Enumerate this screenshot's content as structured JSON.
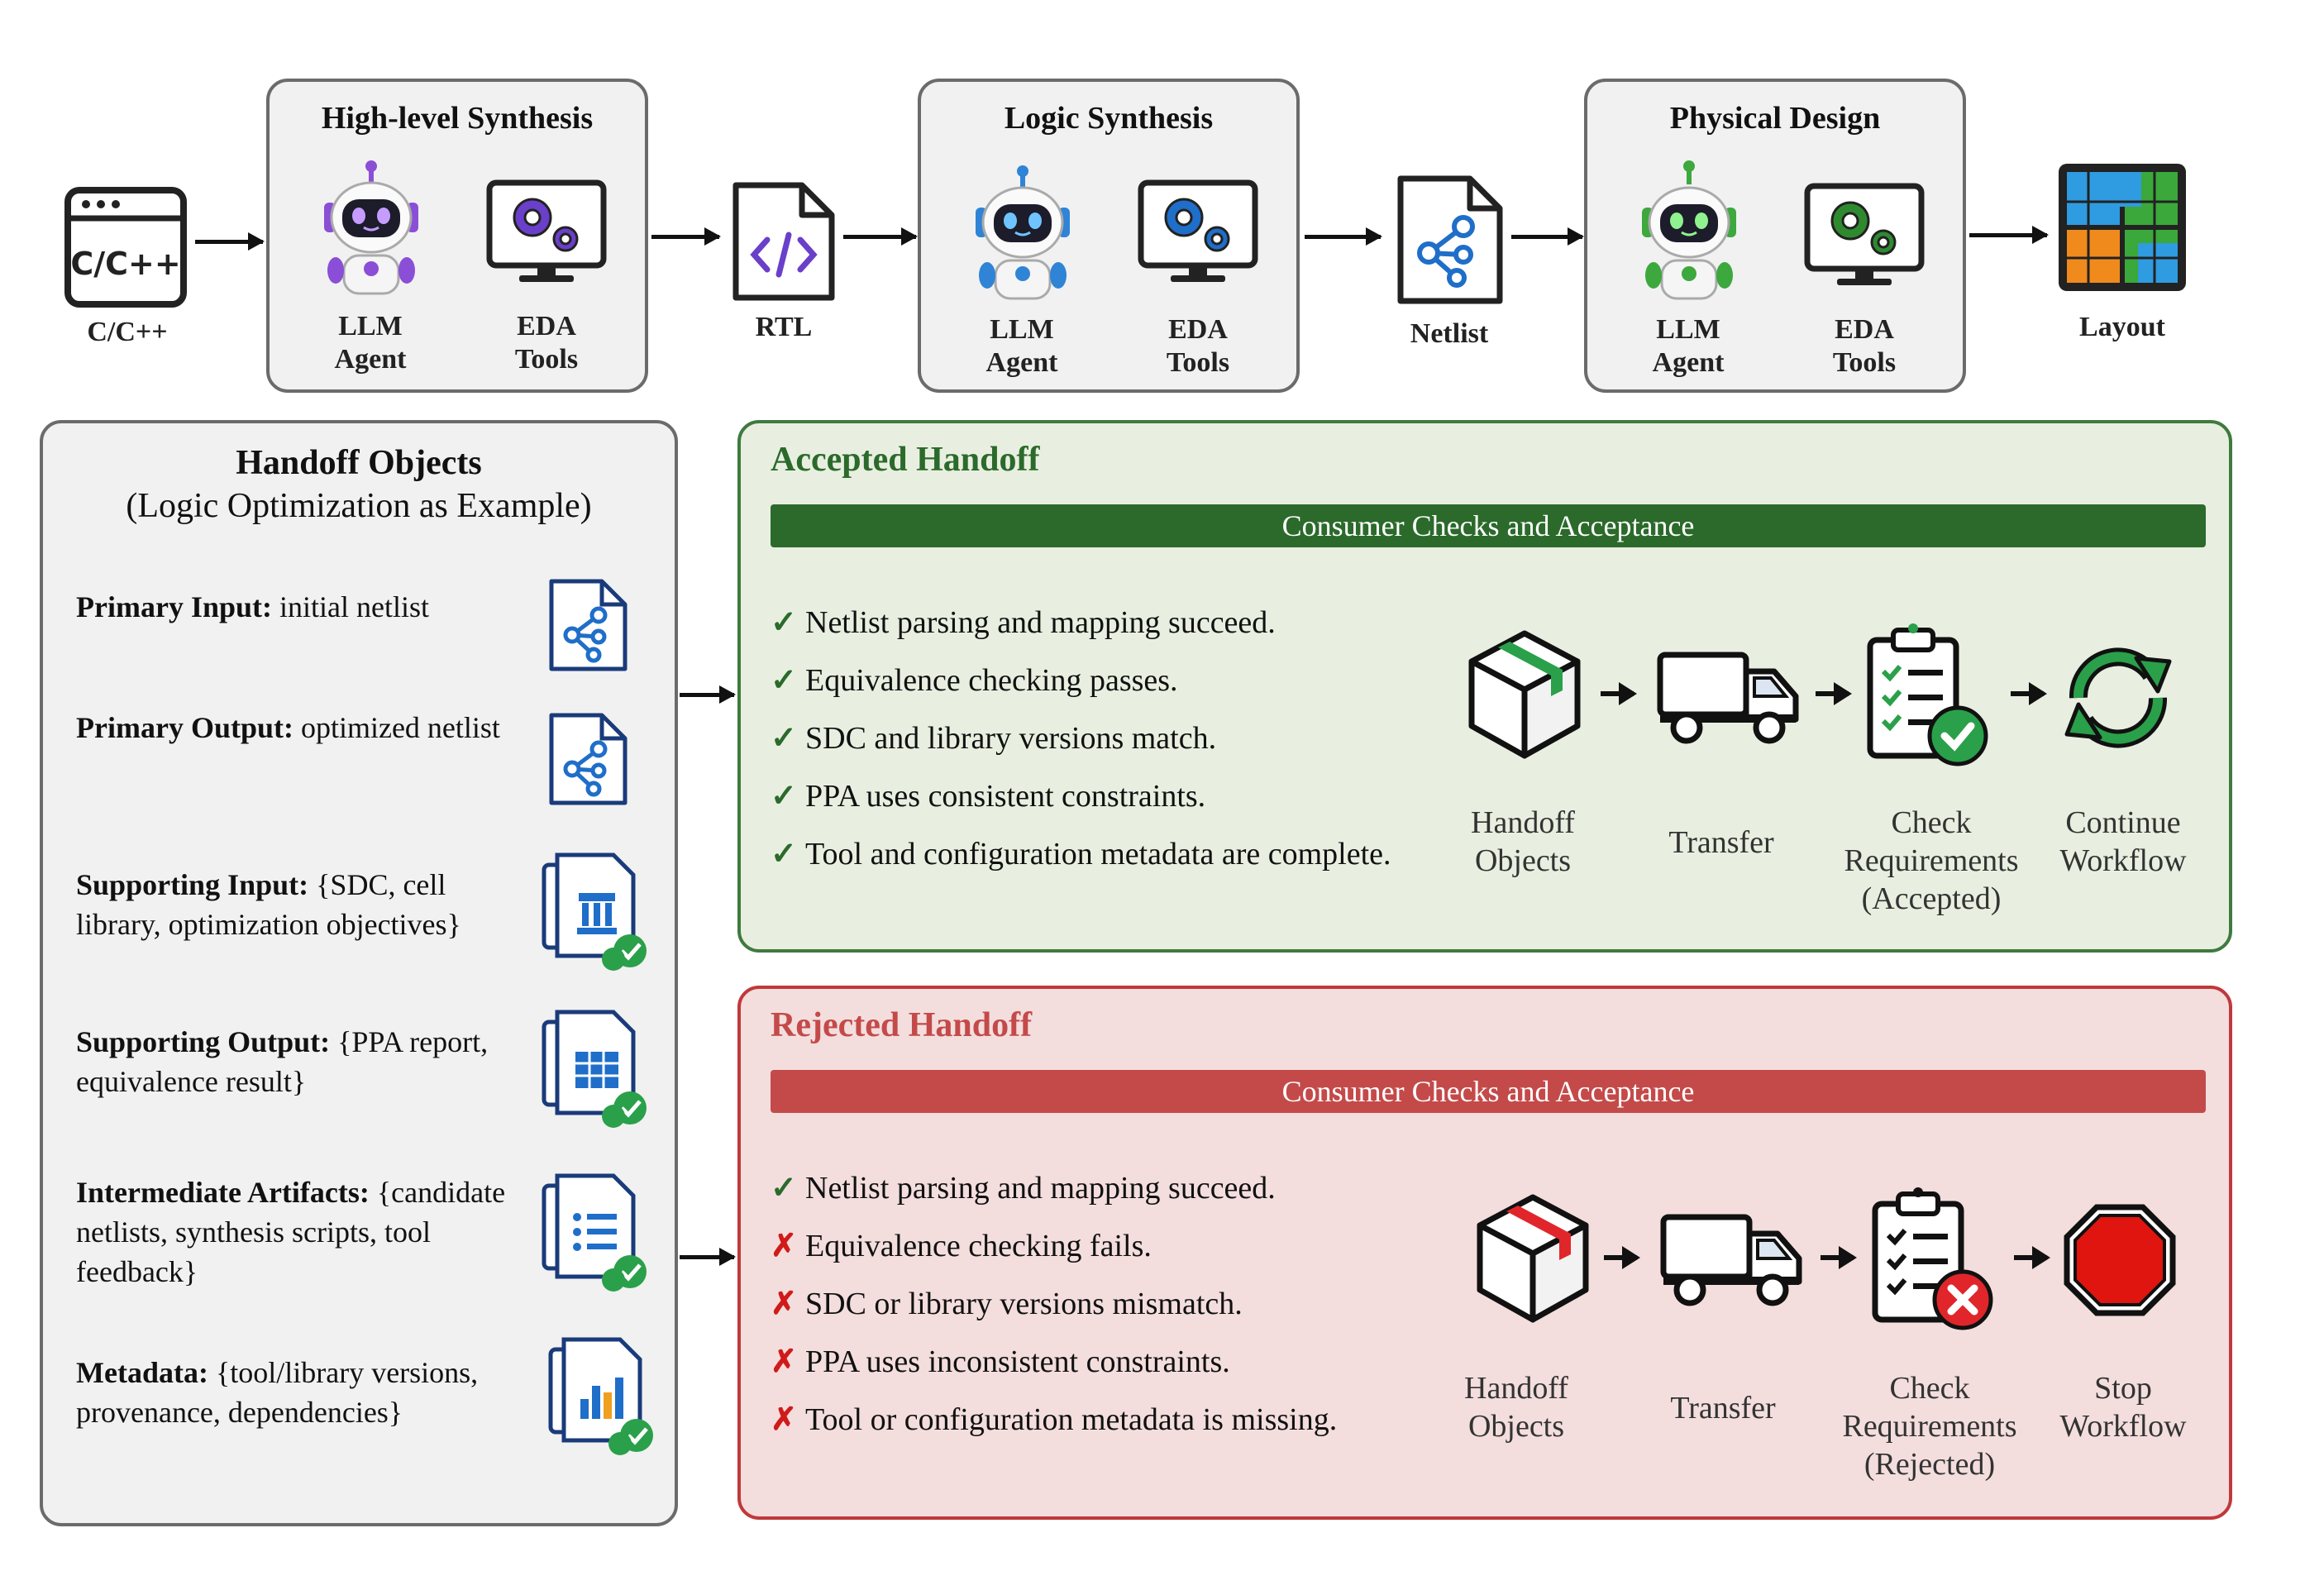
{
  "pipeline": {
    "source_label": "C/C++",
    "source_icon_text": "C/C++",
    "stages": [
      {
        "title": "High-level Synthesis",
        "agent_label": "LLM\nAgent",
        "tools_label": "EDA\nTools",
        "robot_color": "#8a4fd6"
      },
      {
        "title": "Logic Synthesis",
        "agent_label": "LLM\nAgent",
        "tools_label": "EDA\nTools",
        "robot_color": "#2f84d6"
      },
      {
        "title": "Physical Design",
        "agent_label": "LLM\nAgent",
        "tools_label": "EDA\nTools",
        "robot_color": "#3da83d"
      }
    ],
    "artifacts": [
      {
        "label": "RTL",
        "icon": "code-file-icon"
      },
      {
        "label": "Netlist",
        "icon": "netlist-file-icon"
      },
      {
        "label": "Layout",
        "icon": "layout-grid-icon"
      }
    ]
  },
  "handoff_objects": {
    "title": "Handoff Objects",
    "subtitle": "(Logic Optimization as Example)",
    "items": [
      {
        "key": "Primary Input:",
        "value": " initial netlist",
        "icon": "netlist-file-icon"
      },
      {
        "key": "Primary Output:",
        "value": " optimized netlist",
        "icon": "netlist-file-icon"
      },
      {
        "key": "Supporting Input:",
        "value": " {SDC, cell library, optimization objectives}",
        "icon": "library-docs-icon"
      },
      {
        "key": "Supporting Output:",
        "value": " {PPA report, equivalence result}",
        "icon": "report-table-icon"
      },
      {
        "key": "Intermediate Artifacts:",
        "value": " {candidate netlists, synthesis scripts, tool feedback}",
        "icon": "list-docs-icon"
      },
      {
        "key": "Metadata:",
        "value": " {tool/library versions, provenance, dependencies}",
        "icon": "chart-docs-icon"
      }
    ]
  },
  "accepted": {
    "title": "Accepted Handoff",
    "bar": "Consumer Checks and Acceptance",
    "color": "#2b6a2b",
    "checks": [
      {
        "mark": "✓",
        "text": "Netlist parsing and mapping succeed."
      },
      {
        "mark": "✓",
        "text": "Equivalence checking passes."
      },
      {
        "mark": "✓",
        "text": "SDC and library versions match."
      },
      {
        "mark": "✓",
        "text": "PPA uses consistent constraints."
      },
      {
        "mark": "✓",
        "text": "Tool and configuration metadata are complete."
      }
    ],
    "flow": [
      "Handoff\nObjects",
      "Transfer",
      "Check\nRequirements\n(Accepted)",
      "Continue\nWorkflow"
    ]
  },
  "rejected": {
    "title": "Rejected Handoff",
    "bar": "Consumer Checks and Acceptance",
    "color": "#c44a4a",
    "checks": [
      {
        "mark": "✓",
        "text": "Netlist parsing and mapping succeed."
      },
      {
        "mark": "✗",
        "text": "Equivalence checking fails."
      },
      {
        "mark": "✗",
        "text": "SDC or library versions mismatch."
      },
      {
        "mark": "✗",
        "text": "PPA uses inconsistent constraints."
      },
      {
        "mark": "✗",
        "text": "Tool or configuration metadata is missing."
      }
    ],
    "flow": [
      "Handoff\nObjects",
      "Transfer",
      "Check\nRequirements\n(Rejected)",
      "Stop\nWorkflow"
    ]
  }
}
